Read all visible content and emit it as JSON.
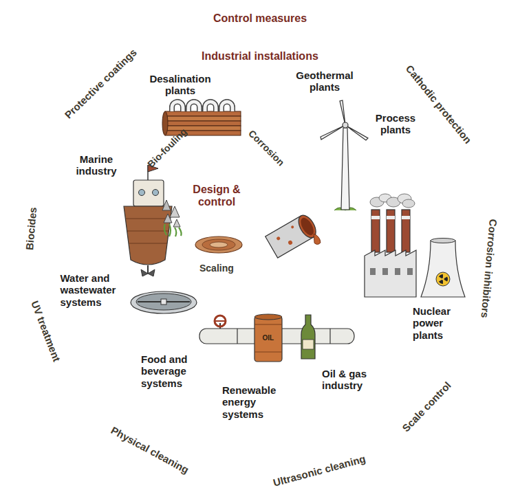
{
  "diagram": {
    "nodes": [
      {
        "text": [
          "Control measures",
          "Protective coatings",
          "Cathodic protection",
          "Corrosion inhibitors",
          "Scale control",
          "Ultrasonic cleaning",
          "Physical cleaning",
          "UV treatment",
          "Biocides"
        ]
      },
      {
        "text": [
          "Industrial installations",
          "Desalination plants",
          "Geothermal plants",
          "Process plants",
          "Marine industry",
          "Water and wastewater systems",
          "Nuclear power plants",
          "Food and beverage systems",
          "Renewable energy systems",
          "Oil & gas industry"
        ],
        "in": 0
      },
      {
        "text": [
          "Bio-fouling",
          "Corrosion",
          "Scaling"
        ],
        "in": 1
      },
      {
        "text": [
          "Design & control"
        ],
        "in": 2
      }
    ],
    "labels": [
      "OIL"
    ]
  }
}
